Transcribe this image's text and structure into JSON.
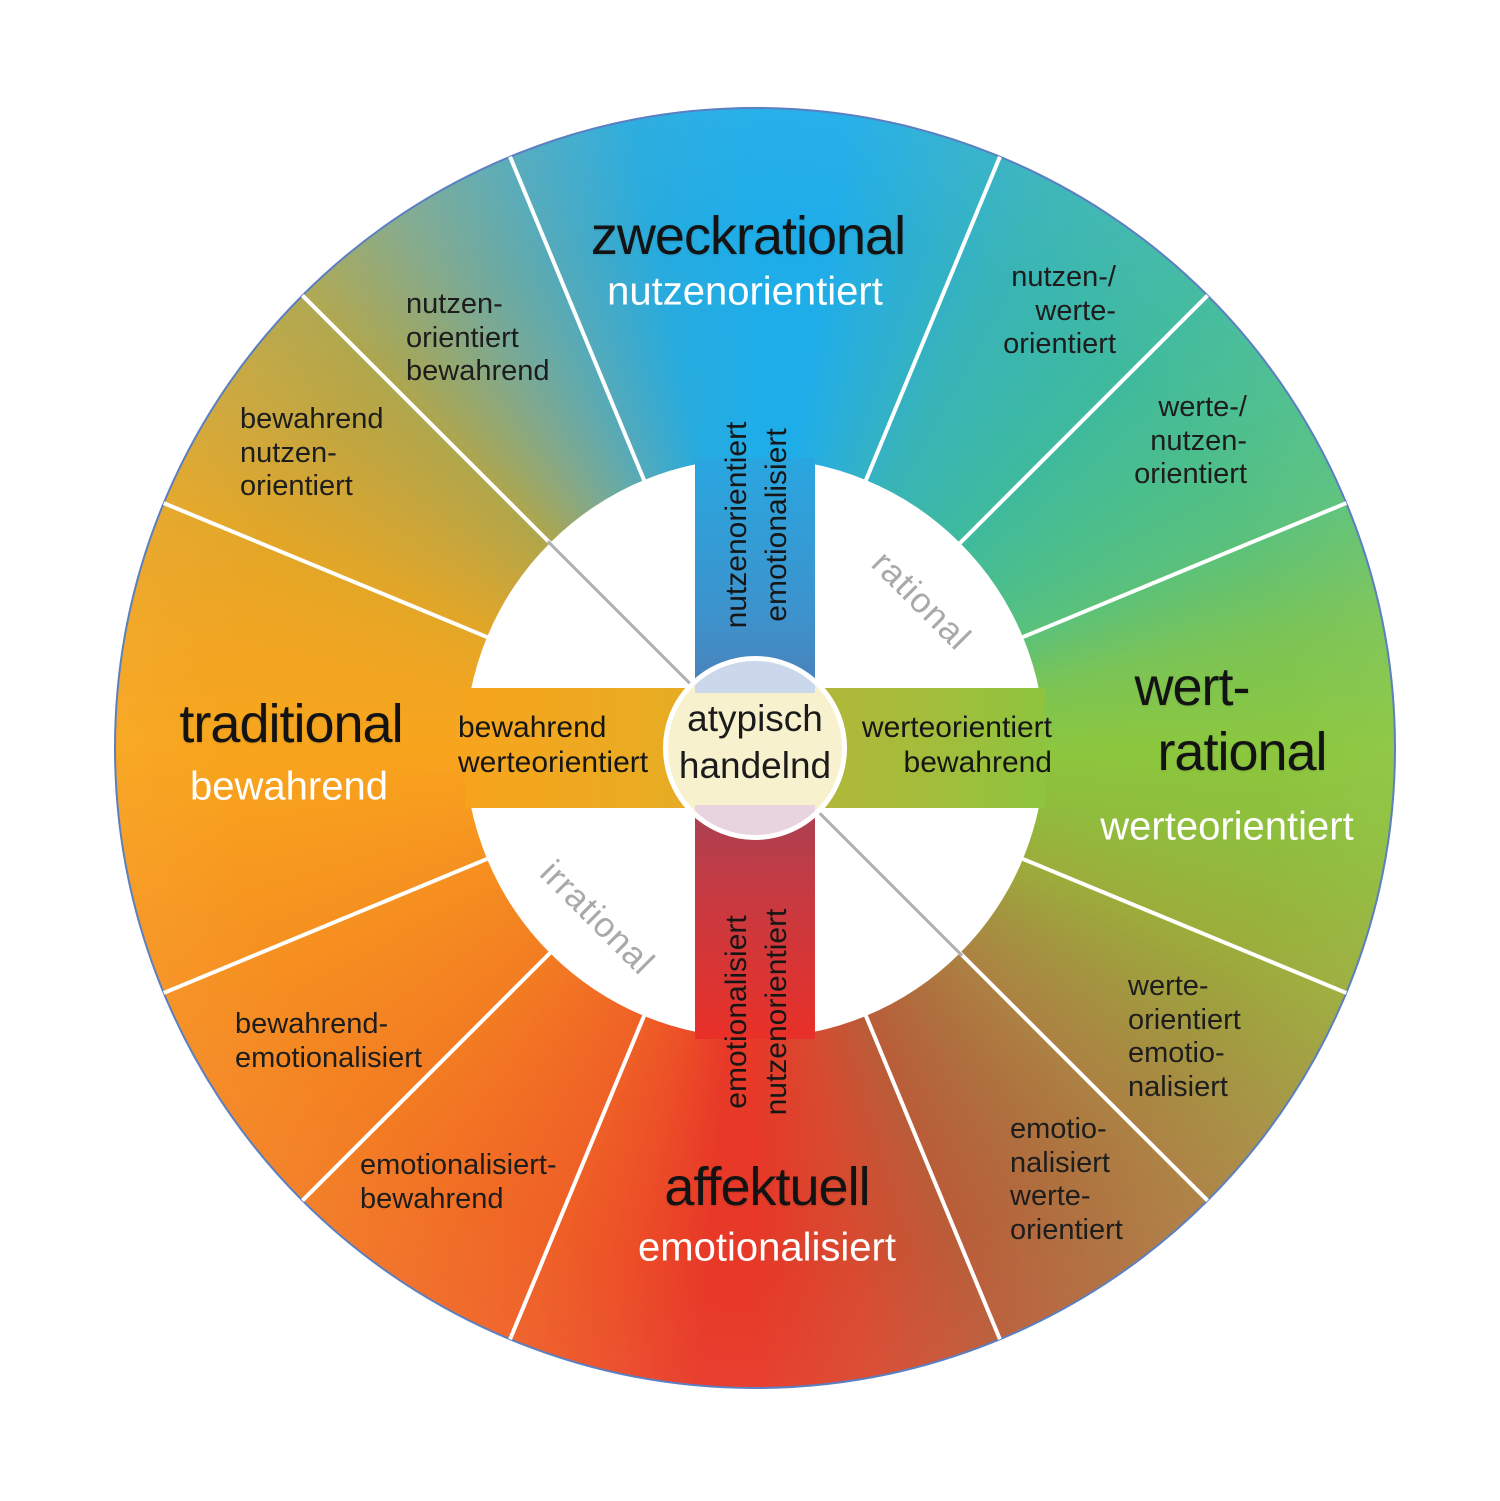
{
  "diagram": {
    "center": {
      "line1": "atypisch",
      "line2": "handelnd"
    },
    "axes": {
      "rational": "rational",
      "irrational": "irrational"
    },
    "quadrants": {
      "north": {
        "title": "zweckrational",
        "subtitle": "nutzenorientiert",
        "color": "#1FADE9"
      },
      "east": {
        "title_line1": "wert-",
        "title_line2": "rational",
        "subtitle": "werteorientiert",
        "color": "#8CC73F"
      },
      "south": {
        "title": "affektuell",
        "subtitle": "emotionalisiert",
        "color": "#E73828"
      },
      "west": {
        "title": "traditional",
        "subtitle": "bewahrend",
        "color": "#F8A51D"
      }
    },
    "sub_sectors": {
      "nw_upper": {
        "line1": "nutzen-",
        "line2": "orientiert",
        "line3": "bewahrend"
      },
      "nw_lower": {
        "line1": "bewahrend",
        "line2": "nutzen-",
        "line3": "orientiert"
      },
      "ne_upper": {
        "line1": "nutzen-/",
        "line2": "werte-",
        "line3": "orientiert"
      },
      "ne_lower": {
        "line1": "werte-/",
        "line2": "nutzen-",
        "line3": "orientiert"
      },
      "se_upper": {
        "line1": "werte-",
        "line2": "orientiert",
        "line3": "emotio-",
        "line4": "nalisiert"
      },
      "se_lower": {
        "line1": "emotio-",
        "line2": "nalisiert",
        "line3": "werte-",
        "line4": "orientiert"
      },
      "sw_upper": {
        "line1": "bewahrend-",
        "line2": "emotionalisiert"
      },
      "sw_lower": {
        "line1": "emotionalisiert-",
        "line2": "bewahrend"
      }
    },
    "arms": {
      "north": {
        "line1": "nutzenorientiert",
        "line2": "emotionalisiert"
      },
      "south": {
        "line1": "emotionalisiert",
        "line2": "nutzenorientiert"
      },
      "west": {
        "line1": "bewahrend",
        "line2": "werteorientiert"
      },
      "east": {
        "line1": "werteorientiert",
        "line2": "bewahrend"
      }
    },
    "colors": {
      "outer_border": "#5B7FC0",
      "diagonal_line": "#AFAFAF",
      "center_fill": "#F8F1CD",
      "center_cap_top": "#CBD7EA",
      "center_cap_bottom": "#E8D4DE",
      "teal_ne": "#3FBA9D",
      "olive_nw": "#AFA64C",
      "brown_se": "#AC8142",
      "orange_sw": "#F37C22"
    }
  }
}
